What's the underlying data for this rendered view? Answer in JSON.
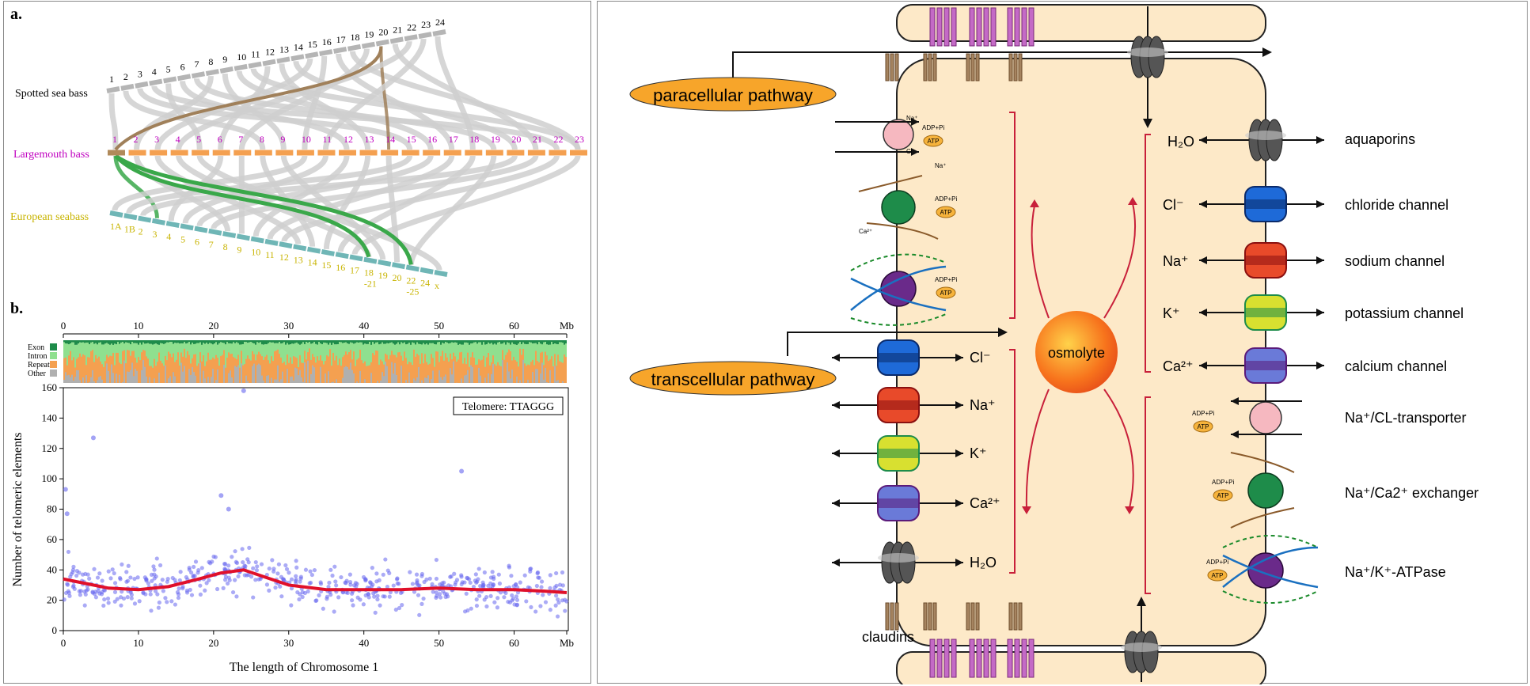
{
  "panel_a": {
    "label": "a.",
    "species": [
      {
        "name": "Spotted sea bass",
        "color": "#000000"
      },
      {
        "name": "Largemouth bass",
        "color": "#c000c0"
      },
      {
        "name": "European seabass",
        "color": "#c8b400"
      }
    ],
    "spotted_chr": [
      "1",
      "2",
      "3",
      "4",
      "5",
      "6",
      "7",
      "8",
      "9",
      "10",
      "11",
      "12",
      "13",
      "14",
      "15",
      "16",
      "17",
      "18",
      "19",
      "20",
      "21",
      "22",
      "23",
      "24"
    ],
    "largemouth_chr": [
      "1",
      "2",
      "3",
      "4",
      "5",
      "6",
      "7",
      "8",
      "9",
      "10",
      "11",
      "12",
      "13",
      "14",
      "15",
      "16",
      "17",
      "18",
      "19",
      "20",
      "21",
      "22",
      "23"
    ],
    "european_chr": [
      "1A",
      "1B",
      "2",
      "3",
      "4",
      "5",
      "6",
      "7",
      "8",
      "9",
      "10",
      "11",
      "12",
      "13",
      "14",
      "15",
      "16",
      "17",
      "18\n-21",
      "19",
      "20",
      "22\n-25",
      "24",
      "x"
    ]
  },
  "panel_b": {
    "label": "b.",
    "top_axis_ticks": [
      "0",
      "10",
      "20",
      "30",
      "40",
      "50",
      "60",
      "Mb"
    ],
    "legend": [
      {
        "label": "Exon",
        "color": "#1e8c4a"
      },
      {
        "label": "Intron",
        "color": "#8fe08f"
      },
      {
        "label": "Repeat",
        "color": "#f4a050"
      },
      {
        "label": "Other",
        "color": "#b0b0b0"
      }
    ],
    "annotation": "Telomere: TTAGGG"
  },
  "chart_data": {
    "type": "scatter",
    "xlabel": "The length of Chromosome 1",
    "ylabel": "Number of telomeric elements",
    "x_ticks": [
      "0",
      "10",
      "20",
      "30",
      "40",
      "50",
      "60",
      "Mb"
    ],
    "y_ticks": [
      "0",
      "20",
      "40",
      "60",
      "80",
      "100",
      "120",
      "140",
      "160"
    ],
    "xlim": [
      0,
      67
    ],
    "ylim": [
      0,
      160
    ],
    "colors": {
      "points": "#6666ee",
      "trend": "#e0102a"
    },
    "outliers": [
      [
        0.3,
        93
      ],
      [
        0.5,
        77
      ],
      [
        4,
        127
      ],
      [
        24,
        158
      ],
      [
        53,
        105
      ],
      [
        21,
        89
      ],
      [
        22,
        80
      ]
    ],
    "trend": [
      [
        0,
        34
      ],
      [
        3,
        31
      ],
      [
        6,
        28
      ],
      [
        10,
        27
      ],
      [
        14,
        29
      ],
      [
        18,
        34
      ],
      [
        21,
        38
      ],
      [
        24,
        40
      ],
      [
        27,
        35
      ],
      [
        30,
        30
      ],
      [
        35,
        27
      ],
      [
        40,
        27
      ],
      [
        45,
        27
      ],
      [
        50,
        28
      ],
      [
        55,
        27
      ],
      [
        60,
        27
      ],
      [
        64,
        26
      ],
      [
        67,
        25
      ]
    ]
  },
  "right": {
    "pathway_labels": {
      "para": "paracellular pathway",
      "trans": "transcellular pathway"
    },
    "osmolyte": "osmolyte",
    "claudins": "claudins",
    "left_ions": [
      "Cl⁻",
      "Na⁺",
      "K⁺",
      "Ca²⁺",
      "H₂O"
    ],
    "right_ions": [
      "H₂O",
      "Cl⁻",
      "Na⁺",
      "K⁺",
      "Ca²⁺"
    ],
    "channels": [
      "aquaporins",
      "chloride channel",
      "sodium channel",
      "potassium channel",
      "calcium channel"
    ],
    "transporters": [
      "Na⁺/CL-transporter",
      "Na⁺/Ca2⁺ exchanger",
      "Na⁺/K⁺-ATPase"
    ],
    "small": {
      "adp": "ADP+Pi",
      "atp": "ATP",
      "na": "Na⁺",
      "cl": "Cl",
      "ca": "Ca²⁺"
    }
  }
}
